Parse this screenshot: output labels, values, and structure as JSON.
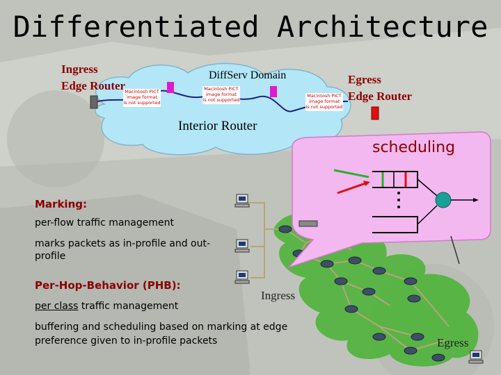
{
  "title": "Differentiated Architecture",
  "labels": {
    "ingress_edge_router": [
      "Ingress",
      "Edge Router"
    ],
    "egress_edge_router": [
      "Egress",
      "Edge Router"
    ],
    "diffserv_domain": "DiffServ Domain",
    "interior_router": "Interior Router",
    "scheduling": "scheduling",
    "ingress": "Ingress",
    "egress": "Egress"
  },
  "placeholder_text": [
    "Macintosh PICT",
    "image format",
    "is not supported"
  ],
  "text": {
    "marking_heading": "Marking:",
    "marking_line1": "per-flow traffic management",
    "marking_line2a": "marks packets as in-profile and out-",
    "marking_line2b": "profile",
    "phb_heading": "Per-Hop-Behavior (PHB):",
    "phb_line1_underlined": "per class",
    "phb_line1_rest": " traffic management",
    "phb_line2": "buffering and scheduling based on marking at edge",
    "phb_line3": "preference given to in-profile packets"
  },
  "colors": {
    "cloud": "#b3e6f7",
    "bubble": "#f3b8f0",
    "tree": "#4fb33a",
    "heading_red": "#8b0000",
    "marker_magenta": "#e01ad0",
    "router_red": "#e01010",
    "link_blue": "#1a237e"
  }
}
